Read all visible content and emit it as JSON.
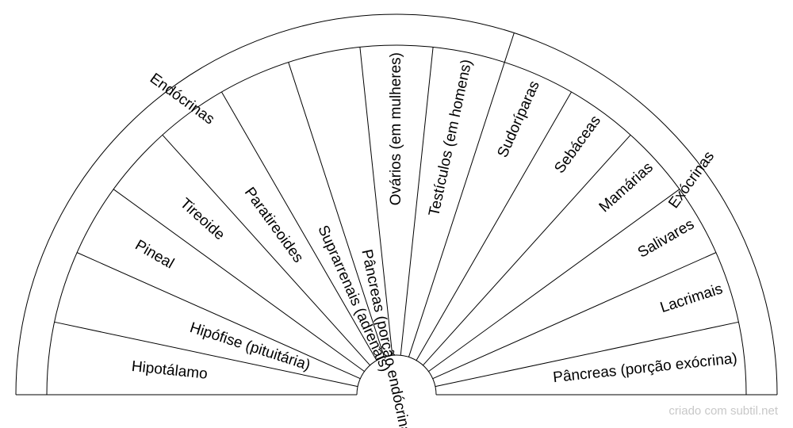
{
  "groups": [
    {
      "label": "Endócrinas",
      "sectors": 9
    },
    {
      "label": "Exócrinas",
      "sectors": 6
    }
  ],
  "sectors": [
    "Hipotálamo",
    "Hipófise (pituitária)",
    "Pineal",
    "Tireoide",
    "Paratireoides",
    "Suprarrenais (adrenais)",
    "Pâncreas (porção endócrina)",
    "Ovários (em mulheres)",
    "Testículos (em homens)",
    "Sudoríparas",
    "Sebáceas",
    "Mamárias",
    "Salivares",
    "Lacrimais",
    "Pâncreas (porção exócrina)"
  ],
  "credit": "criado com subtil.net"
}
